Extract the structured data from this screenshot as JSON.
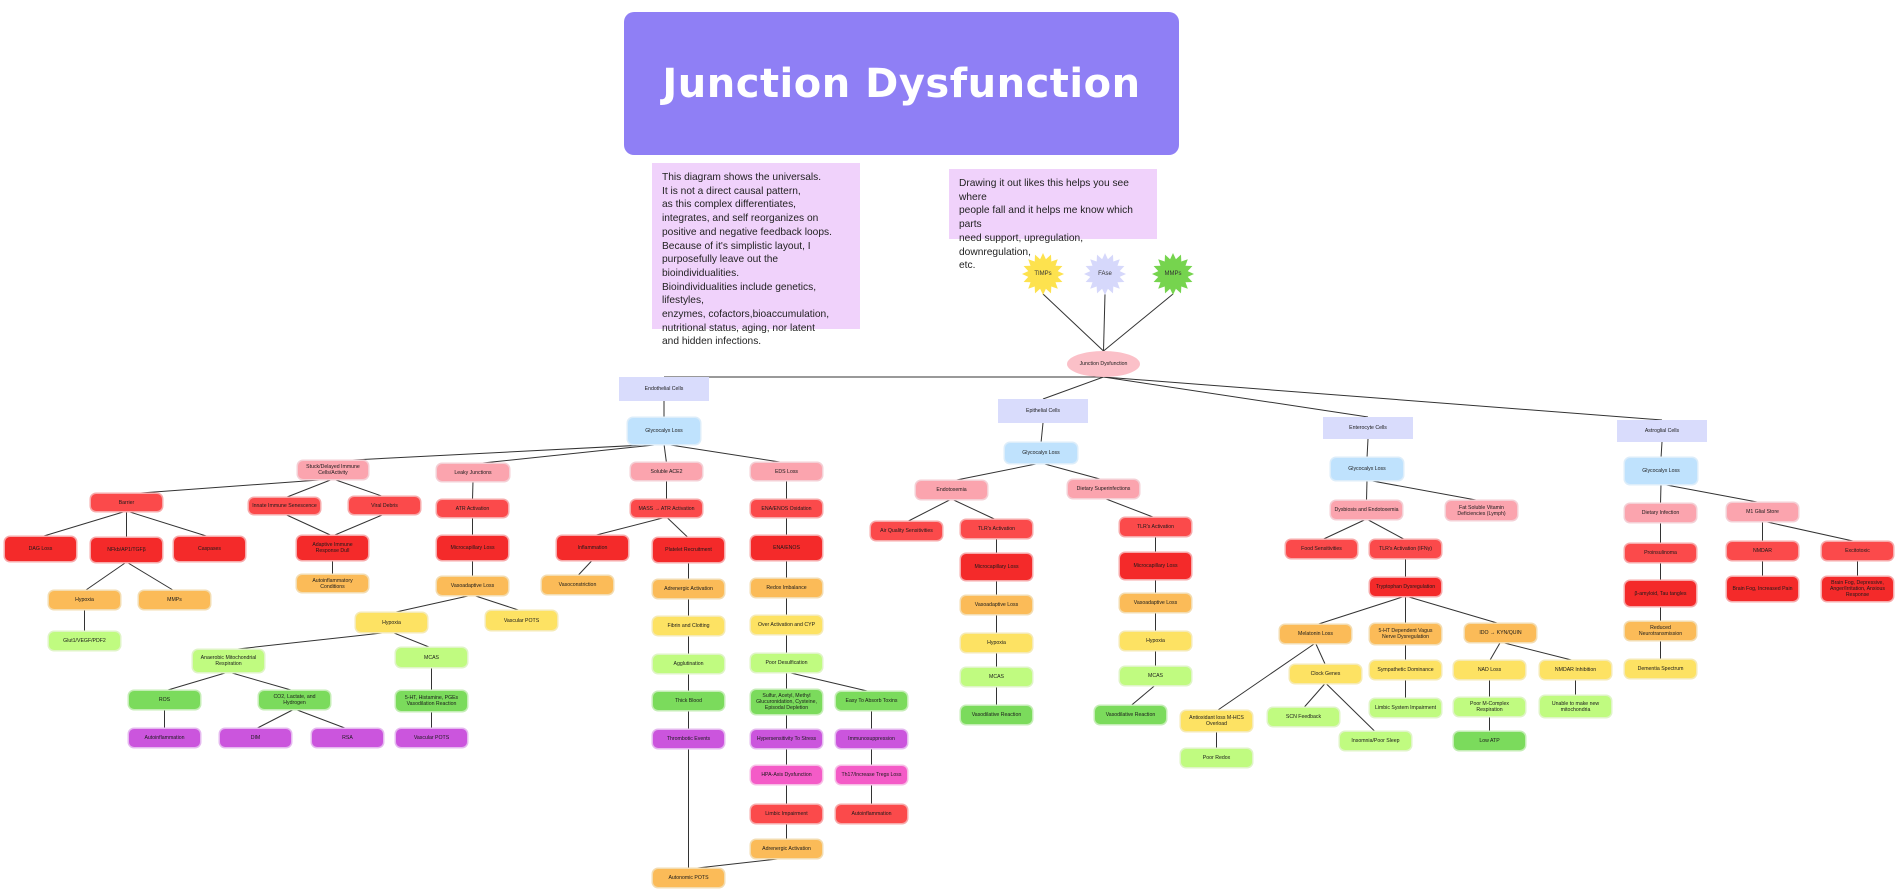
{
  "title": "Junction Dysfunction",
  "notes": {
    "left": "This diagram shows the universals.\nIt is not a direct causal pattern,\nas this complex differentiates,\nintegrates, and self reorganizes on\npositive and negative feedback loops.\nBecause of it's simplistic layout, I\npurposefully leave out the bioindividualities.\nBioindividualities include genetics, lifestyles,\nenzymes, cofactors,bioaccumulation,\nnutritional status, aging, nor latent\nand hidden infections.",
    "right": "Drawing it out likes this helps you see where\npeople fall and it helps me know which parts\nneed support, upregulation, downregulation,\netc."
  },
  "stars": [
    {
      "label": "TIMPs",
      "color": "#fde24e"
    },
    {
      "label": "FAse",
      "color": "#d6d8fb"
    },
    {
      "label": "MMPs",
      "color": "#76d44e"
    }
  ],
  "nodes": {
    "root": "Junction Dysfunction",
    "endo": "Endothelial Cells",
    "epi": "Epithelial Cells",
    "ent": "Enterocyte Cells",
    "ast": "Astroglial Cells",
    "e_gly": "Glycocalyx Loss",
    "e_stuck": "Stuck/Delayed Immune Cells/Activity",
    "e_leaky": "Leaky Junctions",
    "e_ace2": "Soluble ACE2",
    "e_eds": "EDS Loss",
    "e_barrier": "Barrier",
    "e_innate": "Innate Immune Senescence",
    "e_viral": "Viral Debris",
    "e_atr": "ATR Activation",
    "e_mass": "MASS → ATR Activation",
    "e_enos_ox": "ENA/ENOS Oxidation",
    "e_dag": "DAG Loss",
    "e_nfkb": "NFkb/AP1/TGFβ",
    "e_casp": "Caspases",
    "e_adaptive": "Adaptive Immune Response Dull",
    "e_micro": "Microcapillary Loss",
    "e_inflam": "Inflammation",
    "e_platelet": "Platelet Recruitment",
    "e_enos2": "ENA/ENOS",
    "e_hypo1": "Hypoxia",
    "e_mmps": "MMPs",
    "e_autoimm": "Autoinflammatory Conditions",
    "e_vasoloss": "Vasoadaptive Loss",
    "e_vasocon": "Vasoconstriction",
    "e_adren": "Adrenergic Activation",
    "e_redox": "Redox Imbalance",
    "e_hif": "Glut1/VEGF/PDF2",
    "e_hypo2": "Hypoxia",
    "e_vpots": "Vascular POTS",
    "e_fibrin": "Fibrin and Clotting",
    "e_overact": "Over Activation and CYP",
    "e_anaer": "Anaerobic Mitochondrial Respiration",
    "e_mcas": "MCAS",
    "e_agglu": "Agglutination",
    "e_poordes": "Poor Desulfication",
    "e_ros": "ROS",
    "e_co2": "CO2, Lactate, and Hydrogen",
    "e_5ht": "5-HT, Histamine, PGEs Vasodilation Reaction",
    "e_thick": "Thick Blood",
    "e_sulf": "Sulfur, Acetyl, Methyl Glucuronidation, Cysteine, Episodal Depletion",
    "e_easy": "Easy To Absorb Toxins",
    "e_autoinf": "Autoinflammation",
    "e_dm": "DIM",
    "e_rs": "RSA",
    "e_vpots2": "Vascular POTS",
    "e_thromb": "Thrombotic Events",
    "e_hyper": "Hypersensitivity To Stress",
    "e_immuno": "Immunosuppression",
    "e_hpa": "HPA-Axis Dysfunction",
    "e_th": "Th17/Increase Tregs Loss",
    "e_limbic": "Limbic Impairment",
    "e_autoinf2": "Autoinflammation",
    "e_adren2": "Adrenergic Activation",
    "e_apots": "Autonomic POTS",
    "p_gly": "Glycocalyx Loss",
    "p_endotox": "Endotoxemia",
    "p_dietary": "Dietary Superinfections",
    "p_air": "Air Quality Sensitivities",
    "p_tlr4": "TLR's Activation",
    "p_tlr": "TLR's Activation",
    "p_micro": "Microcapillary Loss",
    "p_micro2": "Microcapillary Loss",
    "p_vaso": "Vasoadaptive Loss",
    "p_vaso2": "Vasoadaptive Loss",
    "p_hypo": "Hypoxia",
    "p_hypo2": "Hypoxia",
    "p_mcas": "MCAS",
    "p_mcas2": "MCAS",
    "p_vasodil": "Vasodilative Reaction",
    "p_vasodil2": "Vasodilative Reaction",
    "n_gly": "Glycocalyx Loss",
    "n_dysbio": "Dysbiosis and Endotoxemia",
    "n_fat": "Fat Soluble Vitamin Deficiencies (Lymph)",
    "n_food": "Food Sensitivities",
    "n_tlr": "TLR's Activation (IFNγ)",
    "n_tryp": "Tryptophan Dysregulation",
    "n_mel": "Melatonin Loss",
    "n_5ht": "5-HT Dependent Vagus Nerve Dysregulation",
    "n_ido": "IDO → KYN/QUIN",
    "n_clock": "Clock Genes",
    "n_symp": "Sympathetic Dominance",
    "n_nad": "NAD Loss",
    "n_nmda": "NMDAR Inhibition",
    "n_antiox": "Antioxidant loss M-HCS Overload",
    "n_scn": "SCN Feedback",
    "n_limbic": "Limbic System Impairment",
    "n_poormito": "Poor M-Complex Respiration",
    "n_unable": "Unable to make new mitochondria",
    "n_poorredox": "Poor Redox",
    "n_insomnia": "Insomnia/Poor Sleep",
    "n_lowatp": "Low ATP",
    "a_gly": "Glycocalyx Loss",
    "a_dietary": "Dietary Infection",
    "a_glial": "M1 Glial Store",
    "a_proinf": "Proinsulinoma",
    "a_nmdar": "NMDAR",
    "a_excito": "Excitotoxic",
    "a_tau": "β-amyloid, Tau tangles",
    "a_fog": "Brain Fog, Increased Pain",
    "a_brainfog": "Brain Fog, Depressive, Anger/Irritation, Anxious Response",
    "a_reduced": "Reduced Neurotransmission",
    "a_dementia": "Dementia Spectrum"
  }
}
